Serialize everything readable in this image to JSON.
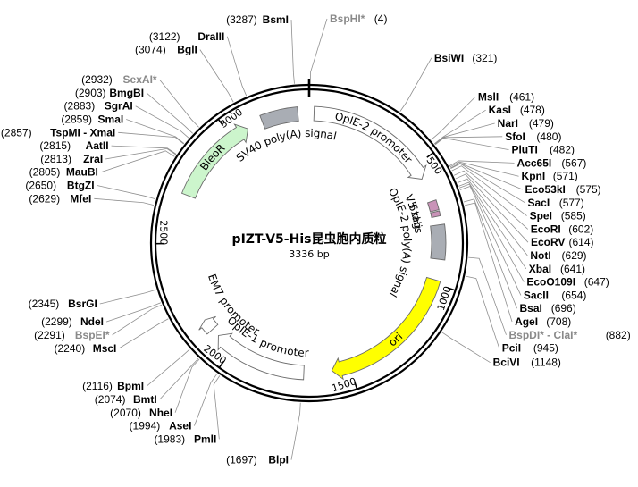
{
  "plasmid": {
    "title": "pIZT-V5-His昆虫胞内质粒",
    "length_label": "3336 bp",
    "length": 3336
  },
  "ticks": [
    {
      "pos": 500,
      "label": "500"
    },
    {
      "pos": 1000,
      "label": "1000"
    },
    {
      "pos": 1500,
      "label": "1500"
    },
    {
      "pos": 2000,
      "label": "2000"
    },
    {
      "pos": 2500,
      "label": "2500"
    },
    {
      "pos": 3000,
      "label": "3000"
    }
  ],
  "features": [
    {
      "name": "OpIE-2 promoter",
      "start": 20,
      "end": 560,
      "type": "promoter",
      "color": "#ffffff"
    },
    {
      "name": "V5 tag",
      "start": 660,
      "end": 700,
      "type": "tag",
      "color": "#c993b8"
    },
    {
      "name": "6xHis",
      "start": 705,
      "end": 725,
      "type": "tag",
      "color": "#c993b8"
    },
    {
      "name": "OpIE-2 poly(A) signal",
      "start": 760,
      "end": 900,
      "type": "polyA",
      "color": "#a9adb4"
    },
    {
      "name": "ori",
      "start": 985,
      "end": 1575,
      "type": "origin",
      "color": "#ffff00"
    },
    {
      "name": "OpIE-1 promoter",
      "start": 1690,
      "end": 2080,
      "type": "promoter",
      "color": "#ffffff"
    },
    {
      "name": "EM7 promoter",
      "start": 2115,
      "end": 2165,
      "type": "promoter",
      "color": "#ffffff"
    },
    {
      "name": "BleoR",
      "start": 2700,
      "end": 3075,
      "type": "cds",
      "color": "#ccf5cc"
    },
    {
      "name": "SV40 poly(A) signal",
      "start": 3140,
      "end": 3290,
      "type": "polyA",
      "color": "#a9adb4"
    }
  ],
  "sites": [
    {
      "name": "BsmI",
      "pos_label": "(3287)",
      "pos": 3287,
      "side": "left",
      "grey": false
    },
    {
      "name": "BspHI*",
      "pos_label": "(4)",
      "pos": 4,
      "side": "right",
      "grey": true
    },
    {
      "name": "DraIII",
      "pos_label": "(3122)",
      "pos": 3122,
      "side": "left",
      "grey": false
    },
    {
      "name": "BglI",
      "pos_label": "(3074)",
      "pos": 3074,
      "side": "left",
      "grey": false
    },
    {
      "name": "SexAI*",
      "pos_label": "(2932)",
      "pos": 2932,
      "side": "left",
      "grey": true
    },
    {
      "name": "BmgBI",
      "pos_label": "(2903)",
      "pos": 2903,
      "side": "left",
      "grey": false
    },
    {
      "name": "SgrAI",
      "pos_label": "(2883)",
      "pos": 2883,
      "side": "left",
      "grey": false
    },
    {
      "name": "SmaI",
      "pos_label": "(2859)",
      "pos": 2859,
      "side": "left",
      "grey": false
    },
    {
      "name": "TspMI - XmaI",
      "pos_label": "(2857)",
      "pos": 2857,
      "side": "left",
      "grey": false
    },
    {
      "name": "AatII",
      "pos_label": "(2815)",
      "pos": 2815,
      "side": "left",
      "grey": false
    },
    {
      "name": "ZraI",
      "pos_label": "(2813)",
      "pos": 2813,
      "side": "left",
      "grey": false
    },
    {
      "name": "MauBI",
      "pos_label": "(2805)",
      "pos": 2805,
      "side": "left",
      "grey": false
    },
    {
      "name": "BtgZI",
      "pos_label": "(2650)",
      "pos": 2650,
      "side": "left",
      "grey": false
    },
    {
      "name": "MfeI",
      "pos_label": "(2629)",
      "pos": 2629,
      "side": "left",
      "grey": false
    },
    {
      "name": "BsrGI",
      "pos_label": "(2345)",
      "pos": 2345,
      "side": "left",
      "grey": false
    },
    {
      "name": "NdeI",
      "pos_label": "(2299)",
      "pos": 2299,
      "side": "left",
      "grey": false
    },
    {
      "name": "BspEI*",
      "pos_label": "(2291)",
      "pos": 2291,
      "side": "left",
      "grey": true
    },
    {
      "name": "MscI",
      "pos_label": "(2240)",
      "pos": 2240,
      "side": "left",
      "grey": false
    },
    {
      "name": "BpmI",
      "pos_label": "(2116)",
      "pos": 2116,
      "side": "left",
      "grey": false
    },
    {
      "name": "BmtI",
      "pos_label": "(2074)",
      "pos": 2074,
      "side": "left",
      "grey": false
    },
    {
      "name": "NheI",
      "pos_label": "(2070)",
      "pos": 2070,
      "side": "left",
      "grey": false
    },
    {
      "name": "AseI",
      "pos_label": "(1994)",
      "pos": 1994,
      "side": "left",
      "grey": false
    },
    {
      "name": "PmlI",
      "pos_label": "(1983)",
      "pos": 1983,
      "side": "left",
      "grey": false
    },
    {
      "name": "BlpI",
      "pos_label": "(1697)",
      "pos": 1697,
      "side": "left",
      "grey": false
    },
    {
      "name": "BsiWI",
      "pos_label": "(321)",
      "pos": 321,
      "side": "right",
      "grey": false
    },
    {
      "name": "MslI",
      "pos_label": "(461)",
      "pos": 461,
      "side": "right",
      "grey": false
    },
    {
      "name": "KasI",
      "pos_label": "(478)",
      "pos": 478,
      "side": "right",
      "grey": false
    },
    {
      "name": "NarI",
      "pos_label": "(479)",
      "pos": 479,
      "side": "right",
      "grey": false
    },
    {
      "name": "SfoI",
      "pos_label": "(480)",
      "pos": 480,
      "side": "right",
      "grey": false
    },
    {
      "name": "PluTI",
      "pos_label": "(482)",
      "pos": 482,
      "side": "right",
      "grey": false
    },
    {
      "name": "Acc65I",
      "pos_label": "(567)",
      "pos": 567,
      "side": "right",
      "grey": false
    },
    {
      "name": "KpnI",
      "pos_label": "(571)",
      "pos": 571,
      "side": "right",
      "grey": false
    },
    {
      "name": "Eco53kI",
      "pos_label": "(575)",
      "pos": 575,
      "side": "right",
      "grey": false
    },
    {
      "name": "SacI",
      "pos_label": "(577)",
      "pos": 577,
      "side": "right",
      "grey": false
    },
    {
      "name": "SpeI",
      "pos_label": "(585)",
      "pos": 585,
      "side": "right",
      "grey": false
    },
    {
      "name": "EcoRI",
      "pos_label": "(602)",
      "pos": 602,
      "side": "right",
      "grey": false
    },
    {
      "name": "EcoRV",
      "pos_label": "(614)",
      "pos": 614,
      "side": "right",
      "grey": false
    },
    {
      "name": "NotI",
      "pos_label": "(629)",
      "pos": 629,
      "side": "right",
      "grey": false
    },
    {
      "name": "XbaI",
      "pos_label": "(641)",
      "pos": 641,
      "side": "right",
      "grey": false
    },
    {
      "name": "EcoO109I",
      "pos_label": "(647)",
      "pos": 647,
      "side": "right",
      "grey": false
    },
    {
      "name": "SacII",
      "pos_label": "(654)",
      "pos": 654,
      "side": "right",
      "grey": false
    },
    {
      "name": "BsaI",
      "pos_label": "(696)",
      "pos": 696,
      "side": "right",
      "grey": false
    },
    {
      "name": "AgeI",
      "pos_label": "(708)",
      "pos": 708,
      "side": "right",
      "grey": false
    },
    {
      "name": "BspDI* - ClaI*",
      "pos_label": "(882)",
      "pos": 882,
      "side": "right",
      "grey": true
    },
    {
      "name": "PciI",
      "pos_label": "(945)",
      "pos": 945,
      "side": "right",
      "grey": false
    },
    {
      "name": "BciVI",
      "pos_label": "(1148)",
      "pos": 1148,
      "side": "right",
      "grey": false
    }
  ],
  "colors": {
    "backbone": "#000000",
    "leader": "#8f8f8f",
    "grey_site": "#8a8a8a",
    "tag_fill": "#c993b8"
  }
}
